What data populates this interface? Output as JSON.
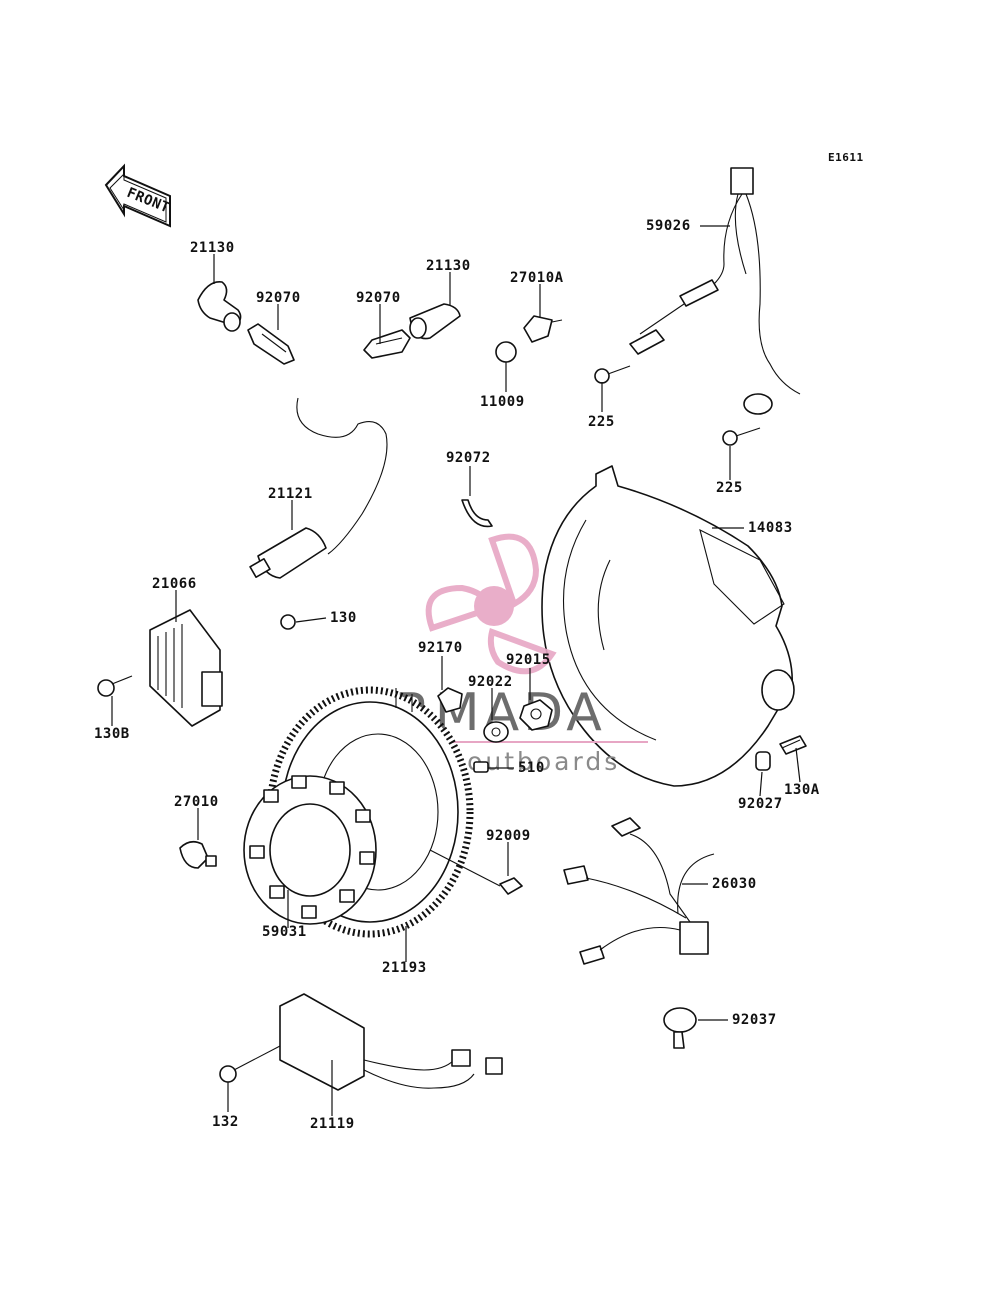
{
  "diagram_code": "E1611",
  "front_label": "FRONT",
  "watermark": {
    "title": "ARMADA",
    "subtitle": "marine outboards",
    "accent_color": "#e7a6c4"
  },
  "parts": [
    {
      "id": "p-21130-a",
      "label": "21130"
    },
    {
      "id": "p-92070-a",
      "label": "92070"
    },
    {
      "id": "p-92070-b",
      "label": "92070"
    },
    {
      "id": "p-21130-b",
      "label": "21130"
    },
    {
      "id": "p-27010A",
      "label": "27010A"
    },
    {
      "id": "p-11009",
      "label": "11009"
    },
    {
      "id": "p-59026",
      "label": "59026"
    },
    {
      "id": "p-225-a",
      "label": "225"
    },
    {
      "id": "p-225-b",
      "label": "225"
    },
    {
      "id": "p-92072",
      "label": "92072"
    },
    {
      "id": "p-21121",
      "label": "21121"
    },
    {
      "id": "p-14083",
      "label": "14083"
    },
    {
      "id": "p-130",
      "label": "130"
    },
    {
      "id": "p-21066",
      "label": "21066"
    },
    {
      "id": "p-130B",
      "label": "130B"
    },
    {
      "id": "p-92170",
      "label": "92170"
    },
    {
      "id": "p-92015",
      "label": "92015"
    },
    {
      "id": "p-92022",
      "label": "92022"
    },
    {
      "id": "p-510",
      "label": "510"
    },
    {
      "id": "p-130A",
      "label": "130A"
    },
    {
      "id": "p-92027",
      "label": "92027"
    },
    {
      "id": "p-27010",
      "label": "27010"
    },
    {
      "id": "p-92009",
      "label": "92009"
    },
    {
      "id": "p-26030",
      "label": "26030"
    },
    {
      "id": "p-59031",
      "label": "59031"
    },
    {
      "id": "p-21193",
      "label": "21193"
    },
    {
      "id": "p-92037",
      "label": "92037"
    },
    {
      "id": "p-132",
      "label": "132"
    },
    {
      "id": "p-21119",
      "label": "21119"
    }
  ]
}
